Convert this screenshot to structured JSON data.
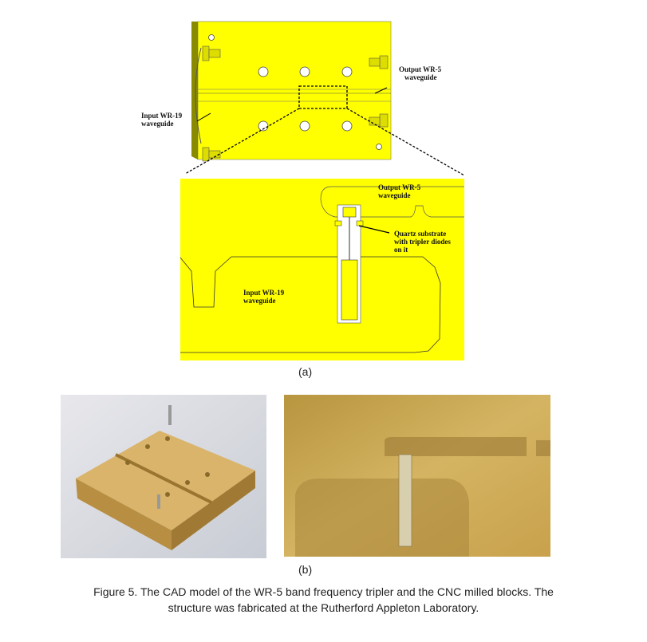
{
  "figure": {
    "panel_a": {
      "sublabel": "(a)",
      "overview": {
        "output_label": [
          "Output WR-5",
          "waveguide"
        ],
        "input_label": [
          "Input WR-19",
          "waveguide"
        ]
      },
      "detail": {
        "output_label": [
          "Output WR-5",
          "waveguide"
        ],
        "quartz_label": [
          "Quartz substrate",
          "with tripler diodes",
          "on it"
        ],
        "input_label": [
          "Input WR-19",
          "waveguide"
        ]
      }
    },
    "panel_b": {
      "sublabel": "(b)"
    },
    "caption": [
      "Figure 5. The CAD model of the WR-5 band frequency tripler and the CNC milled blocks. The",
      "structure was fabricated at the Rutherford Appleton Laboratory."
    ],
    "colors": {
      "cad_yellow": "#ffff00",
      "gold": "#c9a55a"
    }
  }
}
